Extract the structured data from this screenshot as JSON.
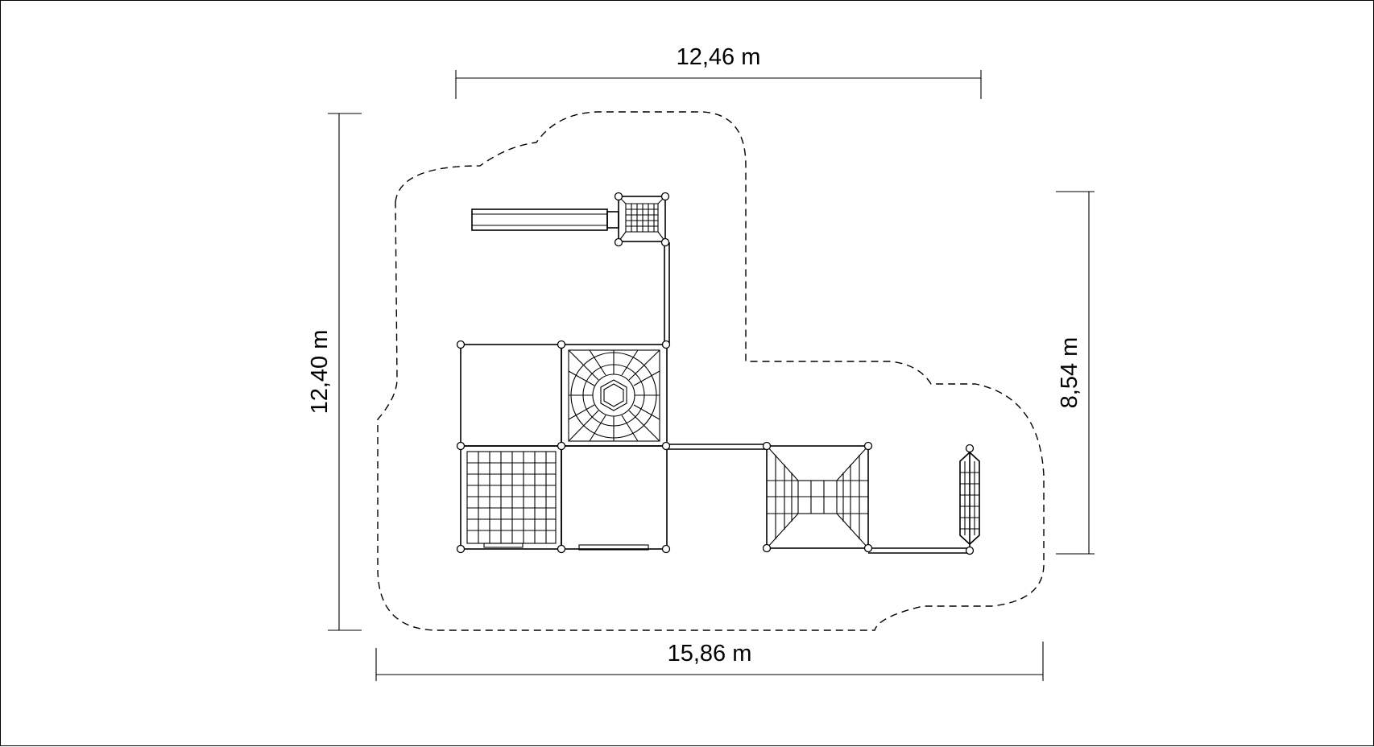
{
  "dimensions": {
    "top_width": "12,46 m",
    "bottom_width": "15,86 m",
    "left_height": "12,40 m",
    "right_height": "8,54 m"
  },
  "colors": {
    "line": "#000000",
    "background": "#ffffff"
  }
}
